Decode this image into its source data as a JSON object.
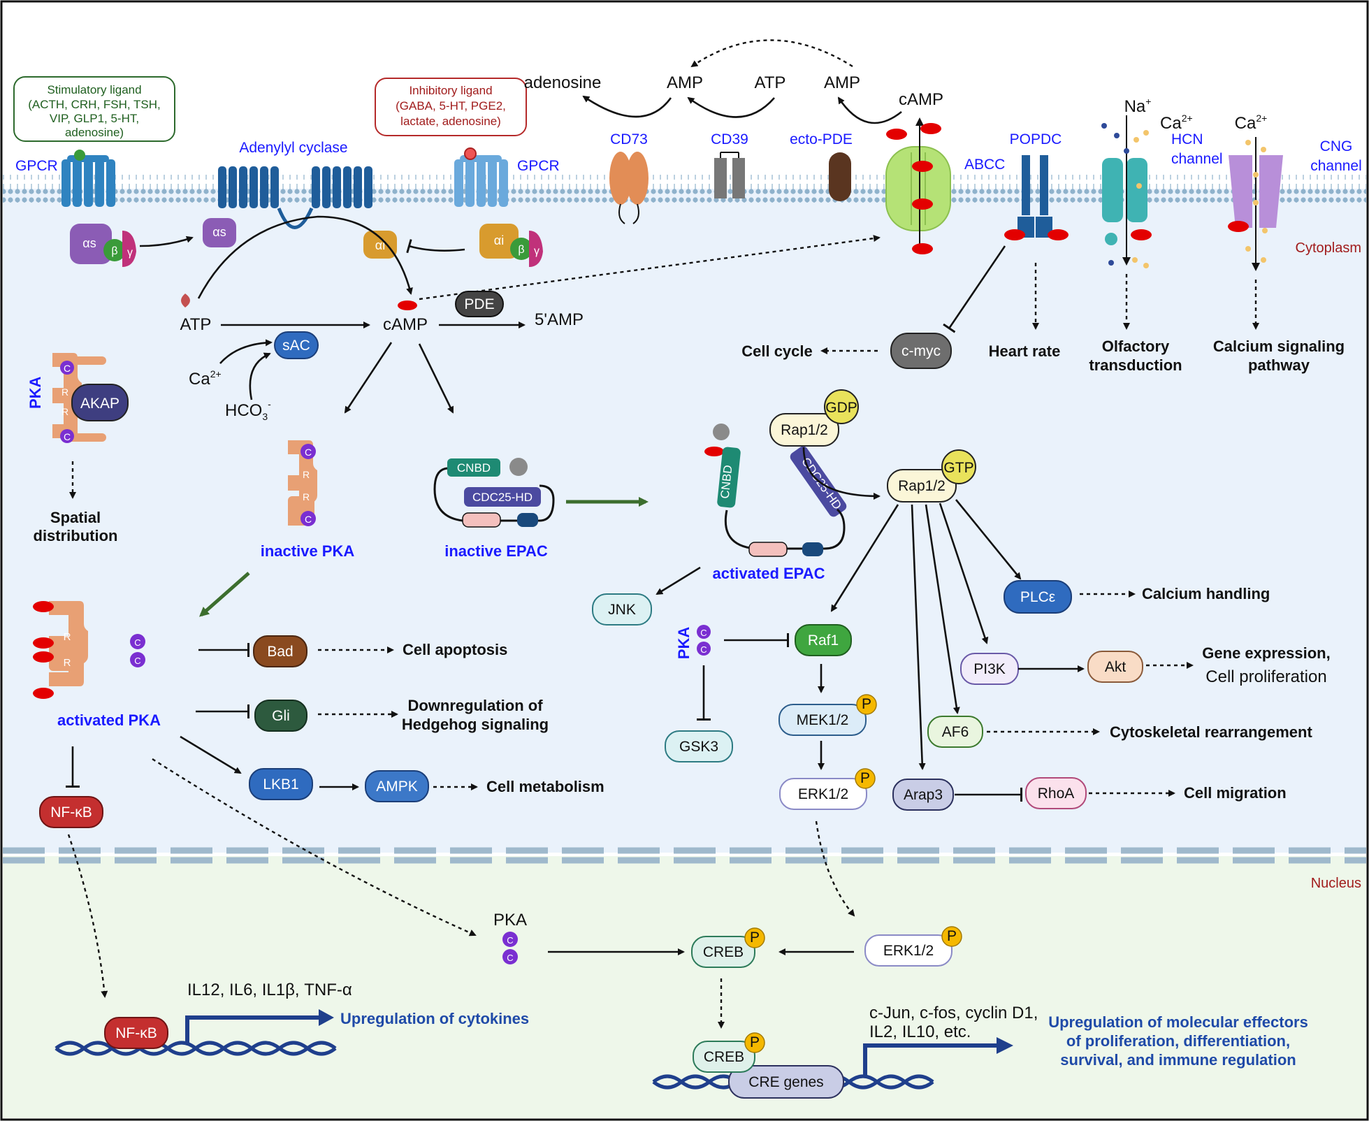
{
  "compartments": {
    "cytoplasm": "Cytoplasm",
    "nucleus": "Nucleus"
  },
  "ligands": {
    "stimulatory": [
      "Stimulatory ligand",
      "(ACTH, CRH, FSH, TSH,",
      "VIP, GLP1, 5-HT,",
      "adenosine)"
    ],
    "inhibitory": [
      "Inhibitory ligand",
      "(GABA, 5-HT, PGE2,",
      "lactate, adenosine)"
    ]
  },
  "membrane": {
    "gpcr_left": "GPCR",
    "gpcr_right": "GPCR",
    "adenylyl_cyclase": "Adenylyl cyclase",
    "cd73": "CD73",
    "cd39": "CD39",
    "ecto_pde": "ecto-PDE",
    "abcc": "ABCC",
    "popdc": "POPDC",
    "hcn": [
      "HCN",
      "channel"
    ],
    "cng": [
      "CNG",
      "channel"
    ],
    "g_alpha_s": "αs",
    "g_alpha_s2": "αs",
    "g_alpha_i": "αi",
    "g_alpha_i2": "αi",
    "g_beta": "β",
    "g_gamma": "γ",
    "g_beta2": "β",
    "g_gamma2": "γ"
  },
  "extracellular": {
    "adenosine": "adenosine",
    "amp1": "AMP",
    "atp": "ATP",
    "amp2": "AMP",
    "camp": "cAMP",
    "na": "Na",
    "na_sup": "+",
    "ca_hcn": "Ca",
    "ca_hcn_sup": "2+",
    "ca_cng": "Ca",
    "ca_cng_sup": "2+"
  },
  "cytosol": {
    "atp": "ATP",
    "camp": "cAMP",
    "pde": "PDE",
    "amp5": "5'AMP",
    "sac": "sAC",
    "ca": "Ca",
    "ca_sup": "2+",
    "hco3": "HCO",
    "hco3_sub": "3",
    "hco3_sup": "-",
    "pka_label": "PKA",
    "akap": "AKAP",
    "spatial": [
      "Spatial",
      "distribution"
    ],
    "inactive_pka": "inactive PKA",
    "inactive_epac": "inactive EPAC",
    "activated_epac": "activated EPAC",
    "activated_pka": "activated PKA",
    "cnbd": "CNBD",
    "cdc25": "CDC25-HD",
    "cell_cycle": "Cell cycle",
    "c_myc": "c-myc",
    "heart_rate": "Heart rate",
    "olfactory": [
      "Olfactory",
      "transduction"
    ],
    "calcium_pathway": [
      "Calcium signaling",
      "pathway"
    ],
    "rap_gdp": "Rap1/2",
    "gdp": "GDP",
    "rap_gtp": "Rap1/2",
    "gtp": "GTP",
    "plce": "PLCε",
    "calcium_handling": "Calcium handling",
    "jnk": "JNK",
    "raf1": "Raf1",
    "pka_c": "PKA",
    "gsk3": "GSK3",
    "mek": "MEK1/2",
    "erk": "ERK1/2",
    "pi3k": "PI3K",
    "akt": "Akt",
    "gene_expr": [
      "Gene expression,",
      "Cell proliferation"
    ],
    "af6": "AF6",
    "cytoskeletal": "Cytoskeletal rearrangement",
    "arap3": "Arap3",
    "rhoa": "RhoA",
    "cell_migration": "Cell migration",
    "bad": "Bad",
    "apoptosis": "Cell apoptosis",
    "gli": "Gli",
    "hedgehog": [
      "Downregulation of",
      "Hedgehog signaling"
    ],
    "lkb1": "LKB1",
    "ampk": "AMPK",
    "metabolism": "Cell metabolism",
    "nfkb": "NF-κB",
    "subunit_c": "C",
    "subunit_r": "R",
    "phospho": "P"
  },
  "nucleus": {
    "pka": "PKA",
    "creb": "CREB",
    "erk": "ERK1/2",
    "nfkb": "NF-κB",
    "cytokines_list": "IL12, IL6, IL1β, TNF-α",
    "cytokines_out": "Upregulation of cytokines",
    "creb_dna": "CREB",
    "cre_genes": "CRE genes",
    "targets": [
      "c-Jun, c-fos, cyclin D1,",
      "IL2, IL10, etc."
    ],
    "effectors": [
      "Upregulation of molecular effectors",
      "of proliferation, differentiation,",
      "survival, and immune regulation"
    ]
  },
  "colors": {
    "cytoplasm_bg": "#eaf2fb",
    "nucleus_bg": "#eef7ea",
    "label_blue": "#1a1aff",
    "outcome_navy": "#1f4aa8",
    "pka_orange": "#e8a074",
    "camp_red": "#e30000",
    "membrane_blue": "#8fb2cc"
  }
}
